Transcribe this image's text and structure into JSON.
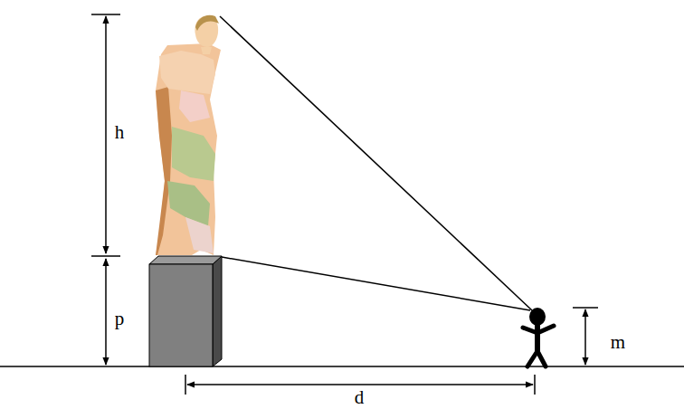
{
  "diagram": {
    "labels": [
      "h",
      "p",
      "m",
      "d"
    ]
  }
}
